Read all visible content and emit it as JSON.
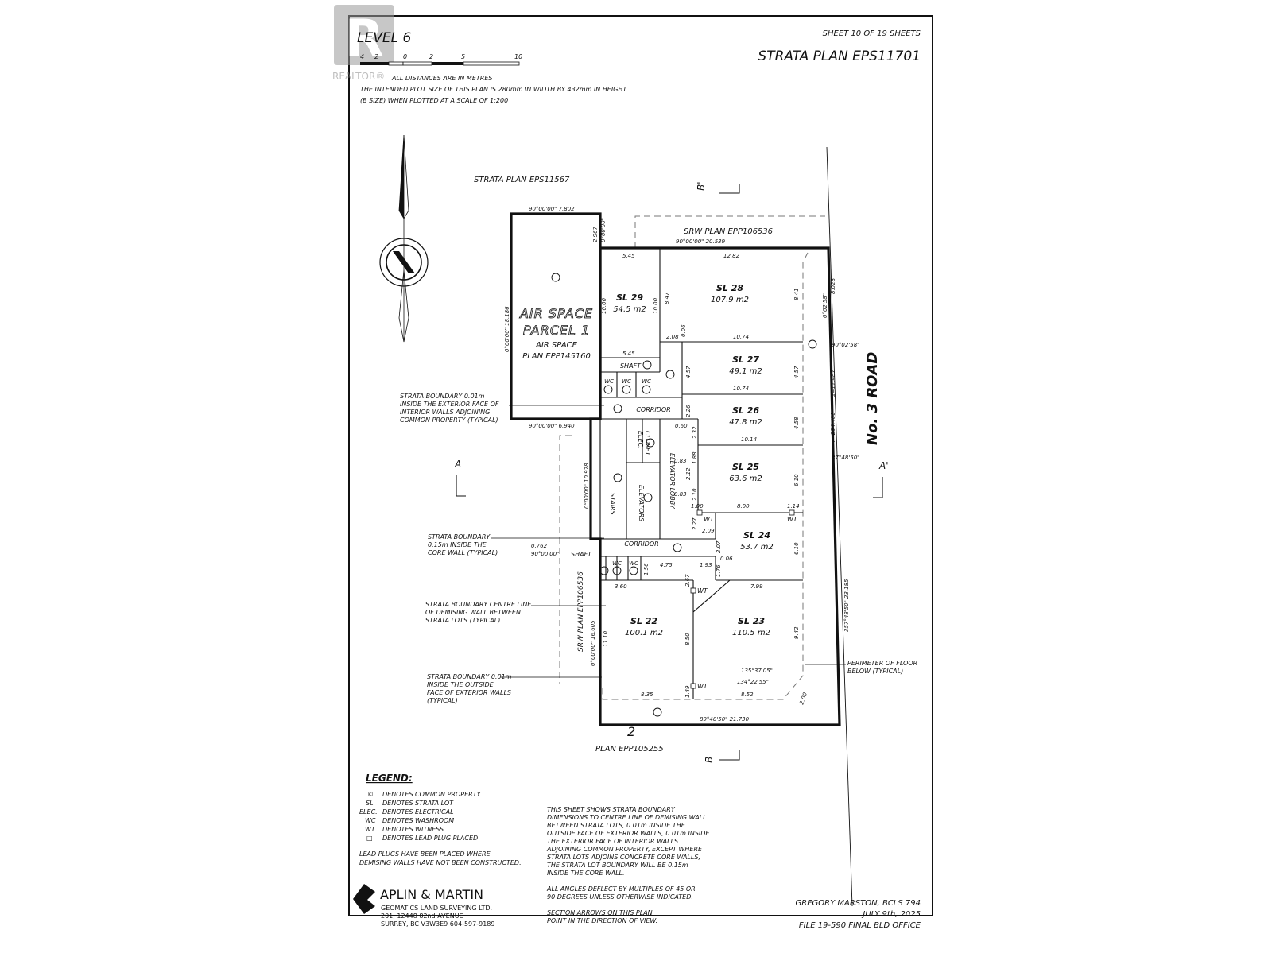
{
  "watermark": {
    "text": "REALTOR®"
  },
  "sheet": {
    "level": "LEVEL 6",
    "sheet_number": "SHEET 10 OF 19 SHEETS",
    "plan_title": "STRATA PLAN EPS11701",
    "scale_ticks": [
      "4",
      "2",
      "0",
      "2",
      "5",
      "10"
    ],
    "notes": [
      "ALL DISTANCES ARE IN METRES",
      "THE INTENDED PLOT SIZE OF THIS PLAN IS 280mm IN WIDTH BY 432mm IN HEIGHT",
      "(B SIZE) WHEN PLOTTED AT A SCALE OF 1:200"
    ]
  },
  "plan": {
    "adjacent_north": "STRATA PLAN EPS11567",
    "srw_north": "SRW PLAN EPP106536",
    "srw_west": "SRW PLAN EPP106536",
    "road": "No. 3 ROAD",
    "lot_south_number": "2",
    "lot_south_plan": "PLAN EPP105255",
    "section_b_top": "B'",
    "section_b_bottom": "B",
    "section_a_left": "A",
    "section_a_right": "A'",
    "air_space_line1": "AIR SPACE",
    "air_space_line2": "PARCEL 1",
    "air_space_sub1": "AIR SPACE",
    "air_space_sub2": "PLAN EPP145160",
    "rooms": {
      "shaft_top": "SHAFT",
      "wc": "WC",
      "corridor_top": "CORRIDOR",
      "elec": "ELEC.",
      "closet": "CLOSET",
      "stairs": "STAIRS",
      "elevators": "ELEVATORS",
      "elevator_lobby": "ELEVATOR LOBBY",
      "corridor_bottom": "CORRIDOR",
      "shaft_bottom": "SHAFT"
    },
    "lots": [
      {
        "id": "SL 29",
        "area": "54.5 m2"
      },
      {
        "id": "SL 28",
        "area": "107.9 m2"
      },
      {
        "id": "SL 27",
        "area": "49.1 m2"
      },
      {
        "id": "SL 26",
        "area": "47.8 m2"
      },
      {
        "id": "SL 25",
        "area": "63.6 m2"
      },
      {
        "id": "SL 24",
        "area": "53.7 m2"
      },
      {
        "id": "SL 22",
        "area": "100.1 m2"
      },
      {
        "id": "SL 23",
        "area": "110.5 m2"
      }
    ],
    "dimensions": {
      "d_90_7802": "90°00'00\"  7.802",
      "d_2967": "2.967",
      "d_0000a": "0°00'00\"",
      "d_90_20539": "90°00'00\"  20.539",
      "d_545a": "5.45",
      "d_1282": "12.82",
      "d_1000a": "10.00",
      "d_1000b": "10.00",
      "d_847": "8.47",
      "d_841": "8.41",
      "d_8028": "8.028",
      "d_00258": "0°02'58\"",
      "d_900258": "90°02'58\"",
      "d_0000_18186": "0°00'00\"  18.186",
      "d_208": "2.08",
      "d_006a": "0.06",
      "d_1074a": "10.74",
      "d_545b": "5.45",
      "d_457a": "4.57",
      "d_457b": "4.57",
      "d_1074b": "10.74",
      "d_11487": "α=11.487",
      "d_294400": "r=294.400",
      "d_226": "2.26",
      "d_060": "0.60",
      "d_232": "2.32",
      "d_458": "4.58",
      "d_90_6940": "90°00'00\"  6.940",
      "d_1014": "10.14",
      "d_0000_10978": "0°00'00\"  10.978",
      "d_188": "1.88",
      "d_083a": "0.83",
      "d_212": "2.12",
      "d_210": "2.10",
      "d_083b": "0.83",
      "d_610a": "6.10",
      "d_874850": "87°48'50\"",
      "d_100": "1.00",
      "d_800": "8.00",
      "d_114": "1.14",
      "d_227": "2.27",
      "d_209": "2.09",
      "d_0762": "0.762",
      "d_90_00": "90°00'00\"",
      "d_207": "2.07",
      "d_006b": "0.06",
      "d_610b": "6.10",
      "d_156": "1.56",
      "d_475": "4.75",
      "d_193": "1.93",
      "d_176": "1.76",
      "d_360": "3.60",
      "d_267": "2.67",
      "d_799": "7.99",
      "d_1110": "11.10",
      "d_0000_16605": "0°00'00\"  16.605",
      "d_850": "8.50",
      "d_942": "9.42",
      "d_3574850_23185": "357°48'50\"  23.185",
      "d_1353705": "135°37'05\"",
      "d_1342255": "134°22'55\"",
      "d_835": "8.35",
      "d_149": "1.49",
      "d_852": "8.52",
      "d_200": "2.00",
      "d_894050_21730": "89°40'50\"  21.730"
    },
    "wt": "WT",
    "callouts": {
      "c1": [
        "STRATA BOUNDARY 0.01m",
        "INSIDE THE EXTERIOR FACE OF",
        "INTERIOR WALLS ADJOINING",
        "COMMON PROPERTY (TYPICAL)"
      ],
      "c2": [
        "STRATA BOUNDARY",
        "0.15m INSIDE THE",
        "CORE WALL (TYPICAL)"
      ],
      "c3": [
        "STRATA BOUNDARY CENTRE LINE",
        "OF DEMISING WALL BETWEEN",
        "STRATA LOTS (TYPICAL)"
      ],
      "c4": [
        "STRATA BOUNDARY 0.01m",
        "INSIDE THE OUTSIDE",
        "FACE OF EXTERIOR WALLS",
        "(TYPICAL)"
      ],
      "c5": [
        "PERIMETER OF FLOOR",
        "BELOW (TYPICAL)"
      ]
    }
  },
  "legend": {
    "title": "LEGEND:",
    "items": [
      {
        "sym": "©",
        "text": "DENOTES COMMON PROPERTY"
      },
      {
        "sym": "SL",
        "text": "DENOTES STRATA LOT"
      },
      {
        "sym": "ELEC.",
        "text": "DENOTES ELECTRICAL"
      },
      {
        "sym": "WC",
        "text": "DENOTES WASHROOM"
      },
      {
        "sym": "WT",
        "text": "DENOTES WITNESS"
      },
      {
        "sym": "□",
        "text": "DENOTES LEAD PLUG PLACED"
      }
    ],
    "note1": "LEAD PLUGS HAVE BEEN PLACED WHERE",
    "note2": "DEMISING WALLS HAVE NOT BEEN CONSTRUCTED."
  },
  "notes_block": {
    "lines": [
      "THIS SHEET SHOWS STRATA BOUNDARY",
      "DIMENSIONS TO CENTRE LINE OF DEMISING WALL",
      "BETWEEN STRATA LOTS, 0.01m INSIDE THE",
      "OUTSIDE FACE OF EXTERIOR WALLS, 0.01m INSIDE",
      "THE EXTERIOR FACE OF INTERIOR WALLS",
      "ADJOINING COMMON PROPERTY, EXCEPT WHERE",
      "STRATA LOTS ADJOINS CONCRETE CORE WALLS,",
      "THE STRATA LOT BOUNDARY WILL BE 0.15m",
      "INSIDE THE CORE WALL."
    ],
    "angles1": "ALL ANGLES DEFLECT BY MULTIPLES OF 45 OR",
    "angles2": "90 DEGREES UNLESS OTHERWISE INDICATED.",
    "arrows1": "SECTION ARROWS ON THIS PLAN",
    "arrows2": "POINT IN THE DIRECTION OF VIEW."
  },
  "company": {
    "name": "APLIN & MARTIN",
    "sub": "GEOMATICS LAND SURVEYING LTD.",
    "addr1": "201, 12448 82nd AVENUE",
    "addr2": "SURREY, BC  V3W3E9    604-597-9189"
  },
  "signature": {
    "name": "GREGORY MARSTON, BCLS 794",
    "date": "JULY 9th, 2025",
    "file": "FILE 19-590 FINAL BLD OFFICE"
  }
}
